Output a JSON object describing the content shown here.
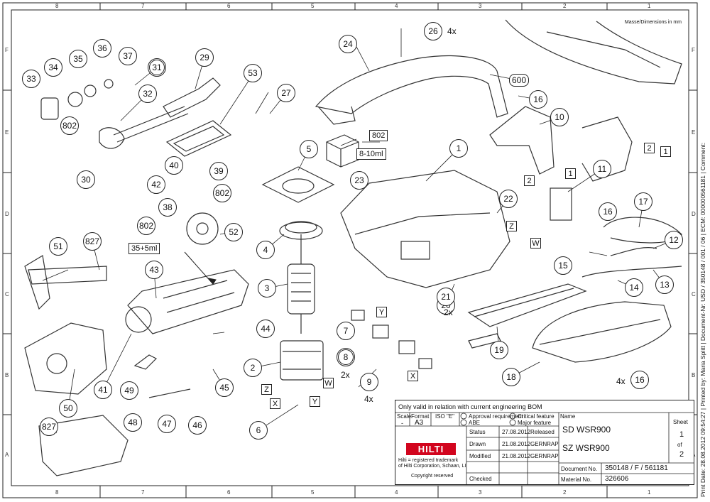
{
  "zones": {
    "top": [
      "8",
      "7",
      "6",
      "5",
      "4",
      "3",
      "2",
      "1"
    ],
    "side": [
      "F",
      "E",
      "D",
      "C",
      "B",
      "A"
    ]
  },
  "dimensions_note": "Masse/Dimensions in mm",
  "callouts": [
    "1",
    "2",
    "3",
    "4",
    "5",
    "6",
    "7",
    "8",
    "9",
    "10",
    "11",
    "12",
    "13",
    "14",
    "15",
    "16",
    "16",
    "16",
    "17",
    "18",
    "19",
    "20",
    "21",
    "22",
    "23",
    "24",
    "26",
    "27",
    "29",
    "30",
    "31",
    "32",
    "33",
    "34",
    "35",
    "36",
    "37",
    "38",
    "39",
    "40",
    "41",
    "42",
    "43",
    "44",
    "45",
    "46",
    "47",
    "48",
    "49",
    "50",
    "51",
    "52",
    "53",
    "600",
    "802",
    "802",
    "802",
    "802",
    "827",
    "827"
  ],
  "quantities": {
    "q26": "4x",
    "q21": "2x",
    "q8": "2x",
    "q9": "4x",
    "q16": "4x"
  },
  "lube_labels": {
    "grease_8_10": "8-10ml",
    "grease_35_5": "35+5ml"
  },
  "ref_boxes": [
    "Y",
    "Y",
    "X",
    "X",
    "Z",
    "Z",
    "W",
    "W",
    "1",
    "2",
    "1",
    "2"
  ],
  "title_block": {
    "note": "Only valid in relation with current engineering BOM",
    "scale_label": "Scale",
    "scale": "-",
    "format_label": "Format",
    "format": "A3",
    "iso_label": "ISO \"E\"",
    "approval_req": "Approval requirement",
    "abe": "ABE",
    "critical": "Critical feature",
    "major": "Major feature",
    "name_label": "Name",
    "name1": "SD WSR900",
    "name2": "SZ WSR900",
    "sheet_label": "Sheet",
    "sheet": "1",
    "of": "of",
    "sheets": "2",
    "status_label": "Status",
    "status_date": "27.08.2012",
    "status": "Released",
    "drawn_label": "Drawn",
    "drawn_date": "21.08.2012",
    "drawn_by": "GERNRAP",
    "modified_label": "Modified",
    "modified_date": "21.08.2012",
    "modified_by": "GERNRAP",
    "checked_label": "Checked",
    "logo": "HILTI",
    "trademark_1": "Hilti = registered trademark",
    "trademark_2": "of Hilti Corporation, Schaan, LI",
    "copyright": "Copyright reserved",
    "docno_label": "Document No.",
    "docno": "350148 / F / 561181",
    "matno_label": "Material No.",
    "matno": "326606"
  },
  "side_text": "Print Date: 28.08.2012 09:54:27 | Printed by: Maria Splitt | Document-Nr: USD / 350148 / 001 / 06 | ECM: 000000561181 | Comment:"
}
